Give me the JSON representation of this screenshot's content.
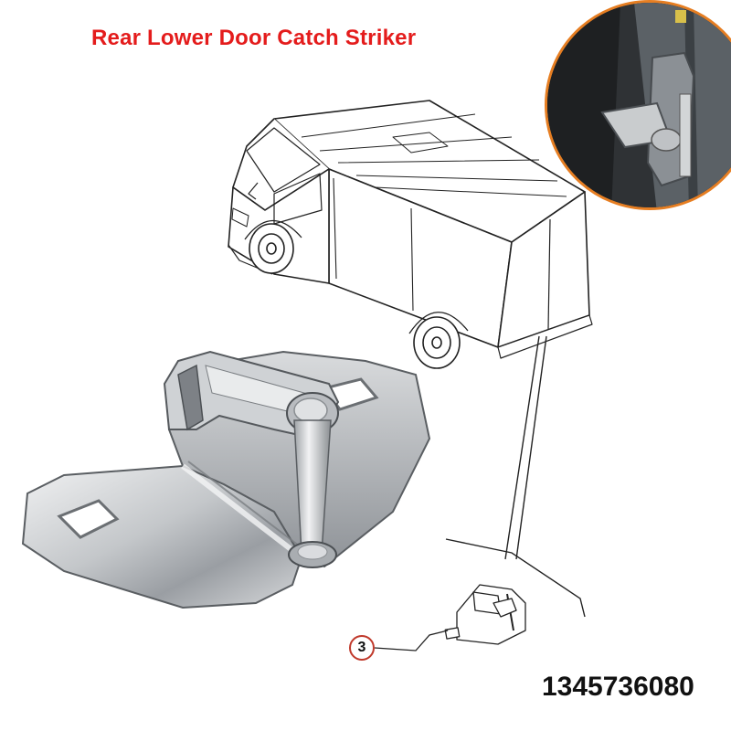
{
  "title": "Rear Lower Door Catch Striker",
  "callout_number": "3",
  "part_number": "1345736080",
  "colors": {
    "title": "#e41c1c",
    "inset_border": "#e67e22",
    "callout_border": "#c0392b",
    "metal_light": "#e6e8ea",
    "metal_mid": "#b9bcc0",
    "metal_dark": "#6d7176"
  },
  "icons": {
    "van": "van-line-drawing",
    "striker": "door-catch-striker-photo",
    "inset": "door-latch-closeup-photo"
  }
}
